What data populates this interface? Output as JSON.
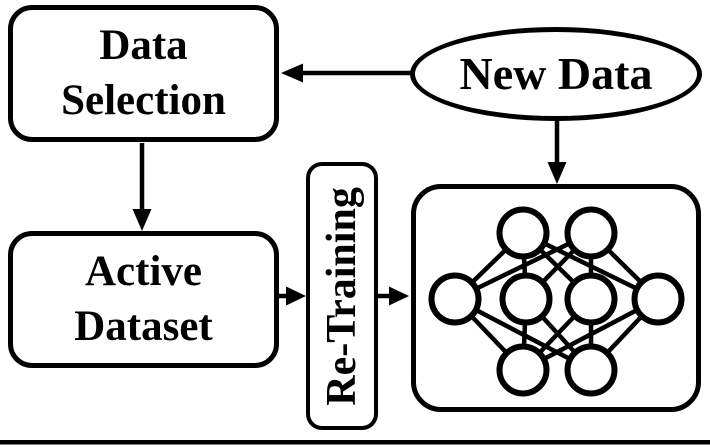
{
  "figure": {
    "background_color": "#ffffff",
    "line_color": "#000000",
    "nodes": {
      "data_selection": {
        "shape": "rounded-rectangle",
        "lines": [
          "Data",
          "Selection"
        ]
      },
      "new_data": {
        "shape": "ellipse",
        "label": "New Data"
      },
      "active_dataset": {
        "shape": "rounded-rectangle",
        "lines": [
          "Active",
          "Dataset"
        ]
      },
      "re_training": {
        "shape": "rounded-rectangle",
        "label": "Re-Training",
        "text_orientation": "vertical-bottom-to-top"
      },
      "neural_network": {
        "shape": "rounded-rectangle",
        "icon": "neural-network-icon",
        "layers": [
          2,
          4,
          2
        ]
      }
    },
    "edges": [
      {
        "from": "new_data",
        "to": "data_selection",
        "direction": "left"
      },
      {
        "from": "data_selection",
        "to": "active_dataset",
        "direction": "down"
      },
      {
        "from": "new_data",
        "to": "neural_network",
        "direction": "down"
      },
      {
        "from": "active_dataset",
        "to": "re_training",
        "direction": "right"
      },
      {
        "from": "re_training",
        "to": "neural_network",
        "direction": "right"
      }
    ]
  }
}
